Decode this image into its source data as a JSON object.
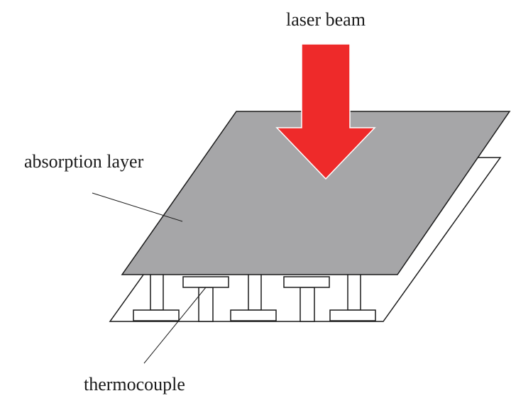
{
  "labels": {
    "laser": "laser beam",
    "absorption": "absorption layer",
    "thermocouple": "thermocouple"
  },
  "colors": {
    "arrow": "#ee2a2a",
    "absorption_layer": "#a6a6a8",
    "outline": "#1a1a1a",
    "background": "#ffffff"
  }
}
